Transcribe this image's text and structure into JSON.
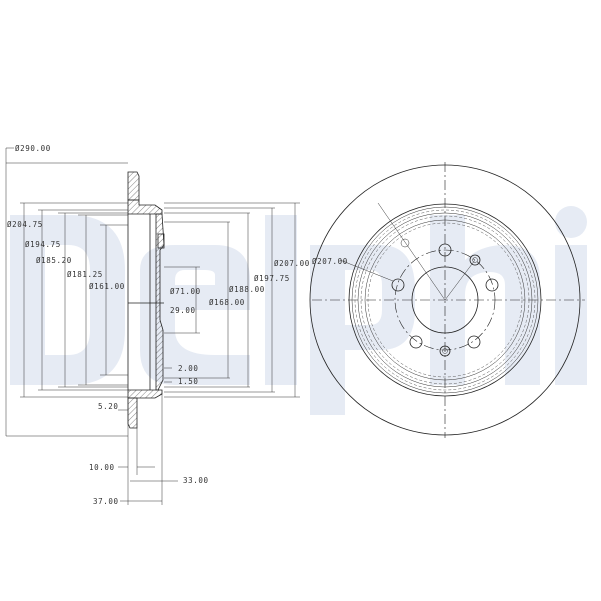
{
  "brand_watermark": "Delphi",
  "watermark_color": "#e6ebf4",
  "line_color": "#222222",
  "side_view": {
    "dimensions": {
      "outer_diameter": "Ø290.00",
      "d_204_75": "Ø204.75",
      "d_194_75": "Ø194.75",
      "d_185_20": "Ø185.20",
      "d_181_25": "Ø181.25",
      "d_161_00": "Ø161.00",
      "d_71_00": "Ø71.00",
      "width_29_00": "29.00",
      "d_168_00": "Ø168.00",
      "d_188_00": "Ø188.00",
      "d_197_75": "Ø197.75",
      "d_207_00": "Ø207.00",
      "t_2_00": "2.00",
      "t_1_50": "1.50",
      "t_5_20": "5.20",
      "t_10_00": "10.00",
      "h_33_00": "33.00",
      "h_37_00": "37.00"
    }
  },
  "front_view": {
    "label_hole_circle": "Ø207.00",
    "bolt_holes": 5,
    "locating_holes": 2
  }
}
